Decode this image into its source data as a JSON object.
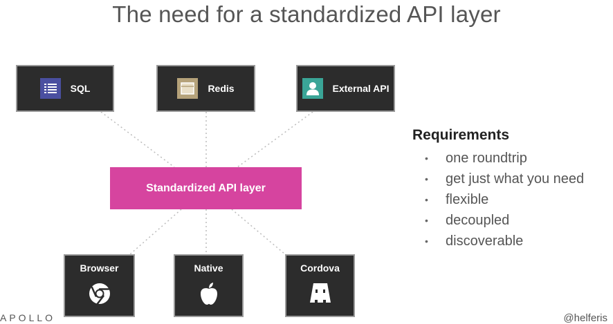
{
  "slide": {
    "title": "The need for a standardized API layer"
  },
  "sources": [
    {
      "label": "SQL",
      "icon": "list-icon",
      "color": "#4a4fa0"
    },
    {
      "label": "Redis",
      "icon": "folder-icon",
      "color": "#b5a27a"
    },
    {
      "label": "External API",
      "icon": "user-icon",
      "color": "#3aa597"
    }
  ],
  "api_layer": {
    "label": "Standardized API layer",
    "color": "#d6449f"
  },
  "clients": [
    {
      "label": "Browser",
      "icon": "chrome-icon"
    },
    {
      "label": "Native",
      "icon": "apple-icon"
    },
    {
      "label": "Cordova",
      "icon": "cordova-icon"
    }
  ],
  "requirements": {
    "heading": "Requirements",
    "bullet": "•",
    "items": [
      "one roundtrip",
      "get just what you need",
      "flexible",
      "decoupled",
      "discoverable"
    ]
  },
  "footer": {
    "brand": "APOLLO",
    "handle": "@helferis"
  }
}
